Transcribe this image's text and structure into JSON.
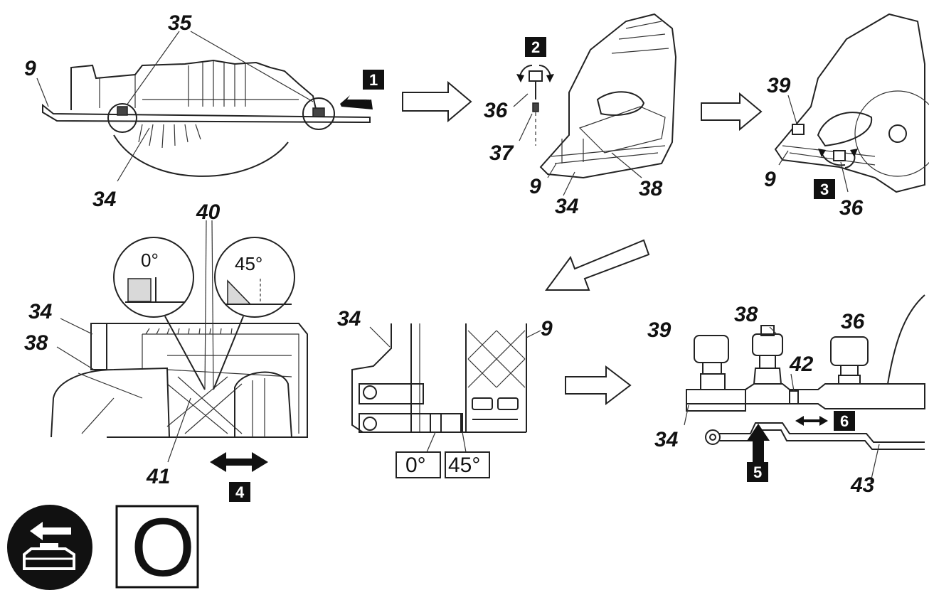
{
  "panel1": {
    "labels": [
      "9",
      "35",
      "34"
    ],
    "step": "1"
  },
  "panel2": {
    "labels": [
      "36",
      "37",
      "9",
      "34",
      "38"
    ],
    "step": "2"
  },
  "panel3": {
    "labels": [
      "39",
      "9",
      "36"
    ],
    "step": "3"
  },
  "panel4": {
    "labels": [
      "40",
      "34",
      "38",
      "41"
    ],
    "step": "4",
    "angle_left": "0°",
    "angle_right": "45°"
  },
  "panel5": {
    "labels": [
      "34",
      "9"
    ],
    "angle_left": "0°",
    "angle_right": "45°"
  },
  "panel6": {
    "labels": [
      "39",
      "38",
      "36",
      "42",
      "34",
      "43"
    ],
    "step_a": "6",
    "step_b": "5"
  },
  "footer": {
    "mode_letter": "O",
    "icons": [
      "battery-remove-icon"
    ]
  },
  "colors": {
    "ink": "#111111",
    "shade": "#d9d9d9",
    "step_bg": "#111111"
  }
}
